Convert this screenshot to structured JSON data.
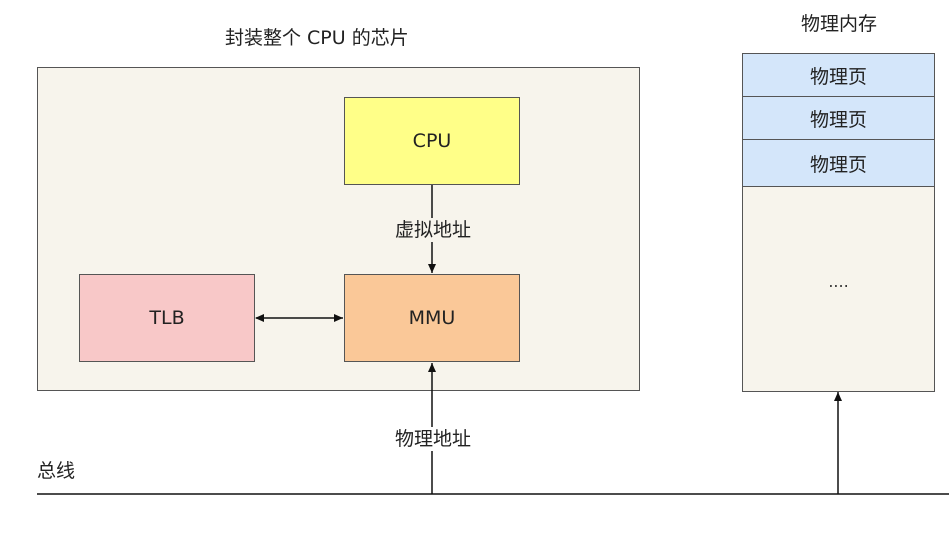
{
  "chip": {
    "title": "封装整个 CPU 的芯片",
    "background": "#f7f4ec"
  },
  "cpu": {
    "label": "CPU",
    "color": "#ffff88"
  },
  "mmu": {
    "label": "MMU",
    "color": "#fac898"
  },
  "tlb": {
    "label": "TLB",
    "color": "#f8c8c8"
  },
  "labels": {
    "virtual_address": "虚拟地址",
    "physical_address": "物理地址",
    "bus": "总线"
  },
  "memory": {
    "title": "物理内存",
    "pages": [
      "物理页",
      "物理页",
      "物理页"
    ],
    "page_color": "#d4e6fa",
    "ellipsis": "....",
    "background": "#f7f4ec"
  }
}
